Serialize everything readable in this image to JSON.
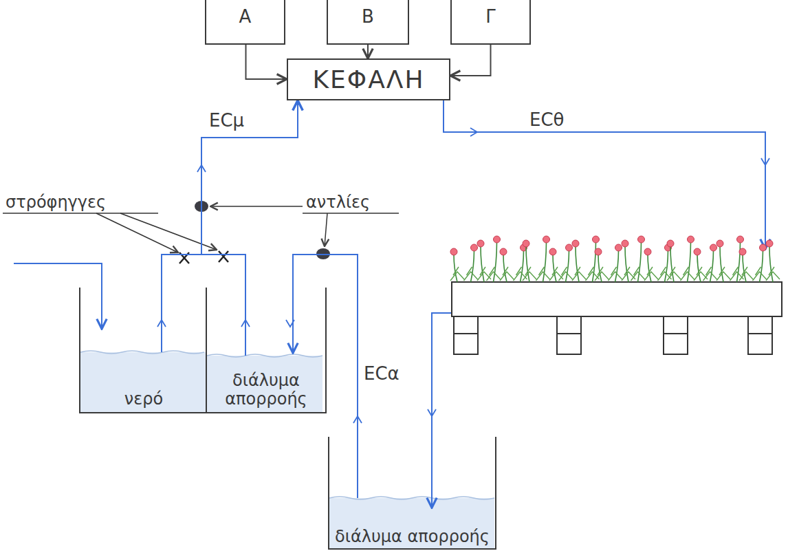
{
  "diagram": {
    "nodes": [
      {
        "text": [
          "Α"
        ]
      },
      {
        "text": [
          "Β"
        ]
      },
      {
        "text": [
          "Γ"
        ]
      },
      {
        "text": [
          "ΚΕΦΑΛΗ"
        ]
      },
      {
        "text": [
          "νερό"
        ]
      },
      {
        "text": [
          "διάλυμα απορροής"
        ]
      },
      {
        "text": [
          "διάλυμα απορροής"
        ]
      }
    ],
    "edges": [
      {
        "from": 0,
        "to": 3,
        "arrow": "to"
      },
      {
        "from": 1,
        "to": 3,
        "arrow": "to"
      },
      {
        "from": 2,
        "to": 3,
        "arrow": "to"
      },
      {
        "from": 4,
        "to": 3,
        "label": "ECμ",
        "arrow": "to"
      },
      {
        "from": 5,
        "to": 3,
        "arrow": "to"
      },
      {
        "from": 6,
        "to": 5,
        "label": "ECα",
        "arrow": "to"
      }
    ],
    "labels": [
      "ECθ",
      "στρόφηγγες",
      "αντλίες"
    ]
  }
}
